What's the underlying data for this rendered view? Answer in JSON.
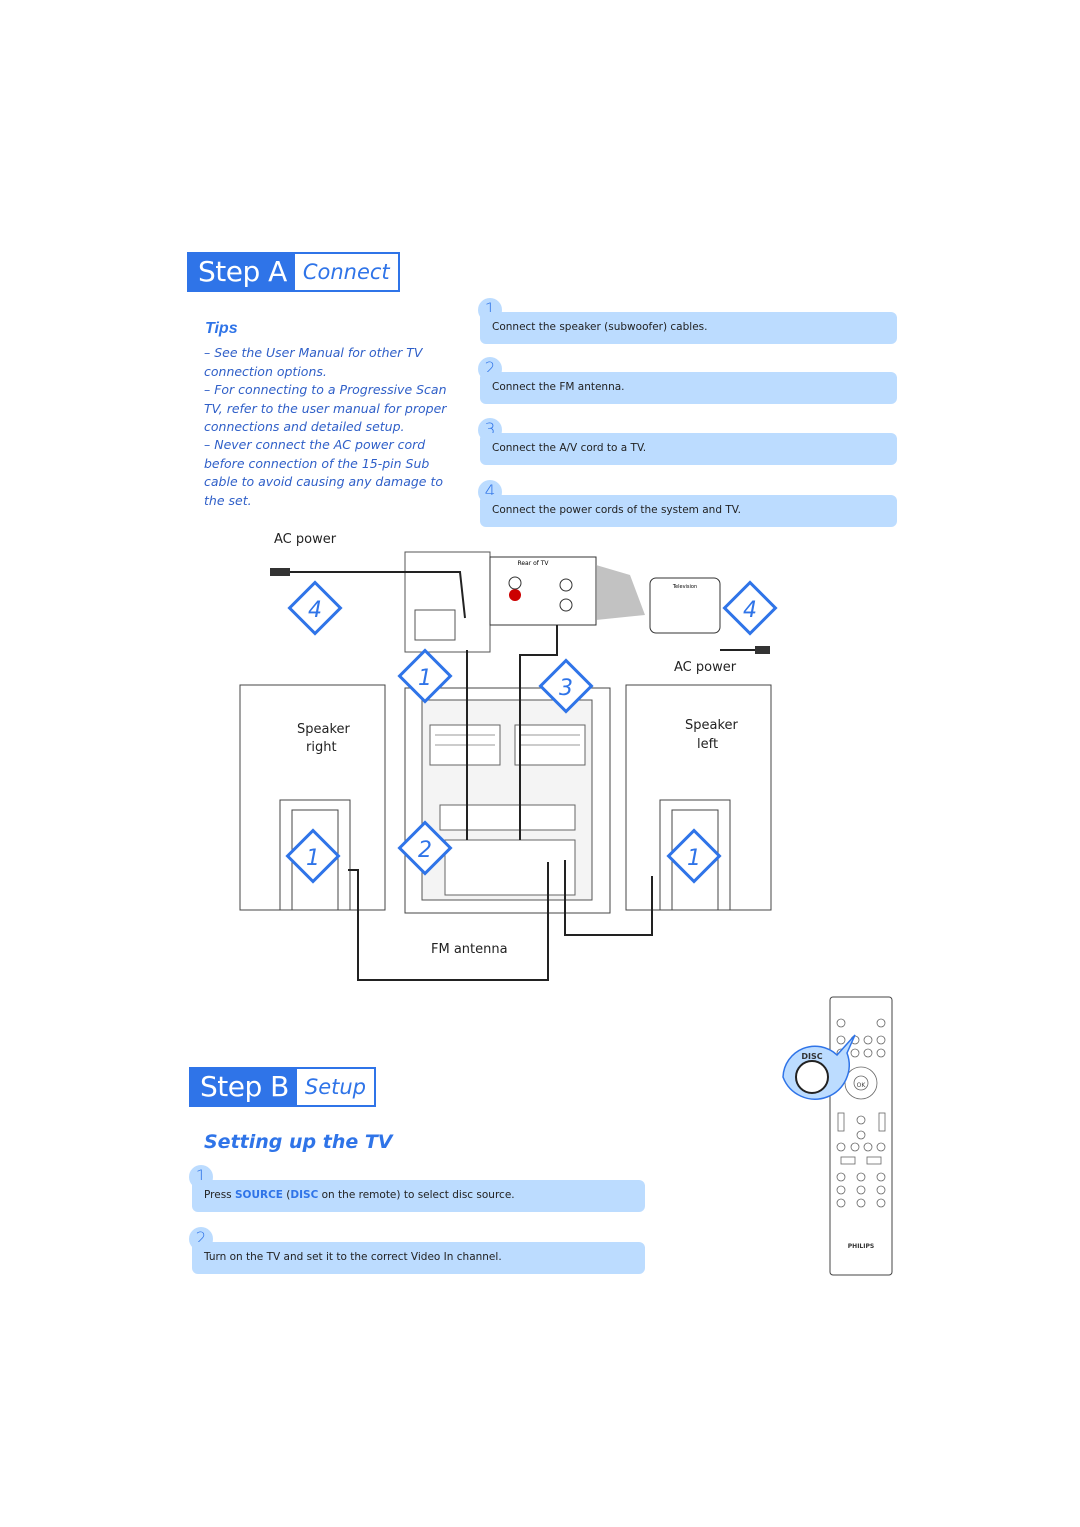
{
  "step_a": {
    "step": "Step A",
    "word": "Connect"
  },
  "tips": {
    "title": "Tips",
    "items": [
      "–  See the User Manual for other TV connection options.",
      "–  For connecting to a Progressive Scan TV, refer to the user manual for proper connections and detailed setup.",
      "–  Never connect the AC power cord before connection of the 15-pin Sub cable to avoid causing any damage to the set."
    ]
  },
  "connect_steps": [
    {
      "num": "1",
      "text": "Connect the speaker (subwoofer) cables."
    },
    {
      "num": "2",
      "text": "Connect the FM antenna."
    },
    {
      "num": "3",
      "text": "Connect the A/V cord to a TV."
    },
    {
      "num": "4",
      "text": "Connect the power cords of the system and TV."
    }
  ],
  "diagram": {
    "ac_power_left": "AC power",
    "ac_power_right": "AC power",
    "speaker_right": "Speaker",
    "speaker_right_side": "right",
    "speaker_left": "Speaker",
    "speaker_left_side": "left",
    "fm_antenna": "FM antenna",
    "rear_of_tv": "Rear of TV",
    "tv_label": "Television",
    "callouts": [
      "4",
      "4",
      "1",
      "3",
      "1",
      "2",
      "1"
    ]
  },
  "step_b": {
    "step": "Step B",
    "word": "Setup"
  },
  "setup": {
    "title": "Setting up the TV",
    "steps": [
      {
        "num": "1",
        "pre": "Press ",
        "source": "SOURCE",
        "mid": " (",
        "disc": "DISC",
        "post": " on the remote) to select disc source."
      },
      {
        "num": "2",
        "text": "Turn on the TV and set it to the correct Video In channel."
      }
    ]
  },
  "remote": {
    "brand": "PHILIPS",
    "disc_label": "DISC",
    "ok": "OK"
  },
  "colors": {
    "accent": "#2f74e8",
    "bar": "#bcdcff"
  }
}
